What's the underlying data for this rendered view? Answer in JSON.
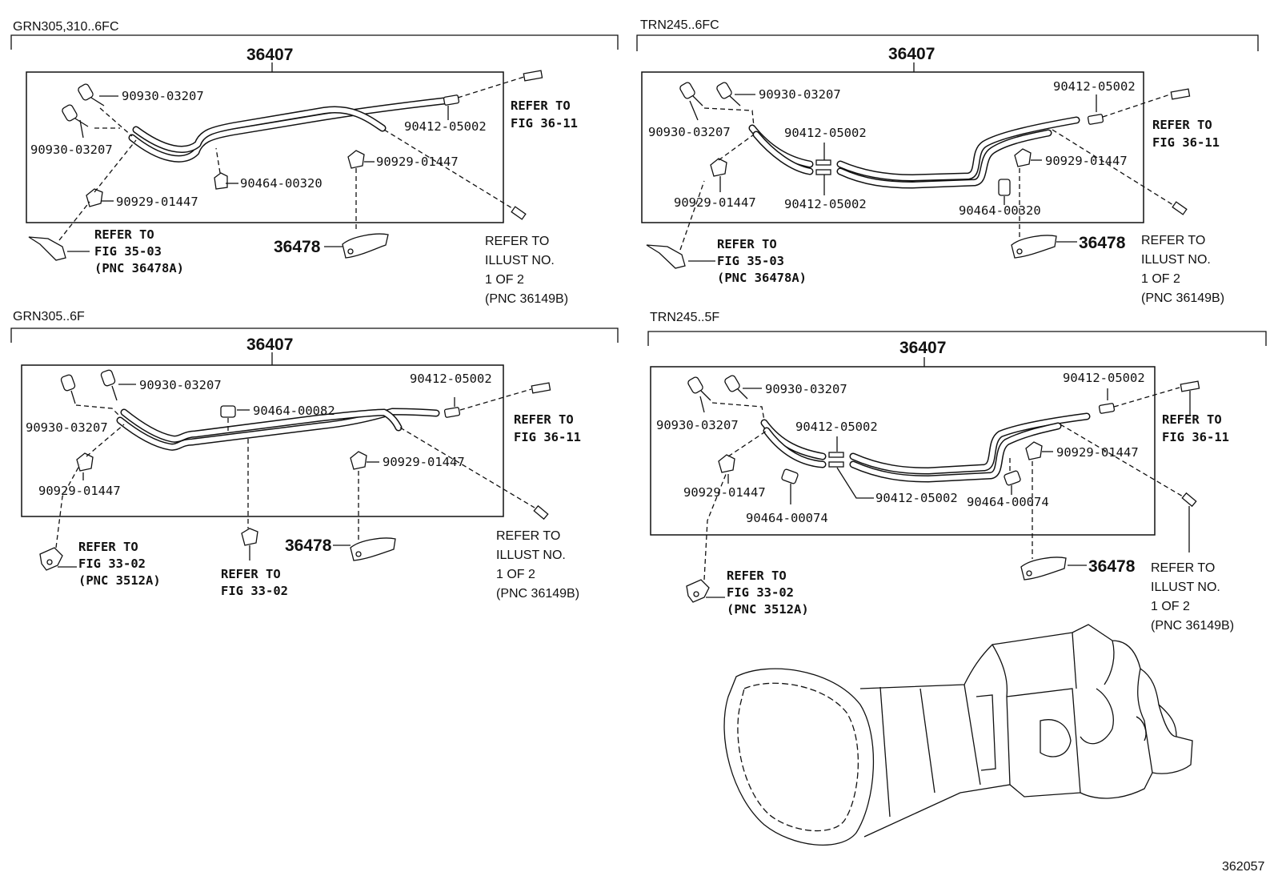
{
  "footer": {
    "figure_no": "362057"
  },
  "panels": [
    {
      "model": "GRN305,310..6FC",
      "assembly": "36407",
      "parts": {
        "p1": "90930-03207",
        "p2": "90930-03207",
        "p3": "90412-05002",
        "p4": "90929-01447",
        "p5": "90464-00320",
        "p6": "90929-01447",
        "bracket": "36478"
      },
      "refs": {
        "fig3611": [
          "REFER TO",
          "FIG 36-11"
        ],
        "fig3503": [
          "REFER TO",
          "FIG 35-03",
          "(PNC 36478A)"
        ],
        "illust": [
          "REFER TO",
          "ILLUST NO.",
          "1 OF 2",
          "(PNC 36149B)"
        ]
      }
    },
    {
      "model": "TRN245..6FC",
      "assembly": "36407",
      "parts": {
        "p1": "90930-03207",
        "p2": "90930-03207",
        "p3": "90412-05002",
        "p4": "90412-05002",
        "p5": "90412-05002",
        "p6": "90929-01447",
        "p7": "90929-01447",
        "p8": "90464-00320",
        "bracket": "36478"
      },
      "refs": {
        "fig3611": [
          "REFER TO",
          "FIG 36-11"
        ],
        "fig3503": [
          "REFER TO",
          "FIG 35-03",
          "(PNC 36478A)"
        ],
        "illust": [
          "REFER TO",
          "ILLUST NO.",
          "1 OF 2",
          "(PNC 36149B)"
        ]
      }
    },
    {
      "model": "GRN305..6F",
      "assembly": "36407",
      "parts": {
        "p1": "90930-03207",
        "p2": "90930-03207",
        "p3": "90412-05002",
        "p4": "90464-00082",
        "p5": "90929-01447",
        "p6": "90929-01447",
        "bracket": "36478"
      },
      "refs": {
        "fig3611": [
          "REFER TO",
          "FIG 36-11"
        ],
        "fig3302a": [
          "REFER TO",
          "FIG 33-02",
          "(PNC 3512A)"
        ],
        "fig3302b": [
          "REFER TO",
          "FIG 33-02"
        ],
        "illust": [
          "REFER TO",
          "ILLUST NO.",
          "1 OF 2",
          "(PNC 36149B)"
        ]
      }
    },
    {
      "model": "TRN245..5F",
      "assembly": "36407",
      "parts": {
        "p1": "90930-03207",
        "p2": "90930-03207",
        "p3": "90412-05002",
        "p4": "90412-05002",
        "p5": "90412-05002",
        "p6": "90929-01447",
        "p7": "90929-01447",
        "p8": "90464-00074",
        "p9": "90464-00074",
        "bracket": "36478"
      },
      "refs": {
        "fig3611": [
          "REFER TO",
          "FIG 36-11"
        ],
        "fig3302": [
          "REFER TO",
          "FIG 33-02",
          "(PNC 3512A)"
        ],
        "illust": [
          "REFER TO",
          "ILLUST NO.",
          "1 OF 2",
          "(PNC 36149B)"
        ]
      }
    }
  ]
}
